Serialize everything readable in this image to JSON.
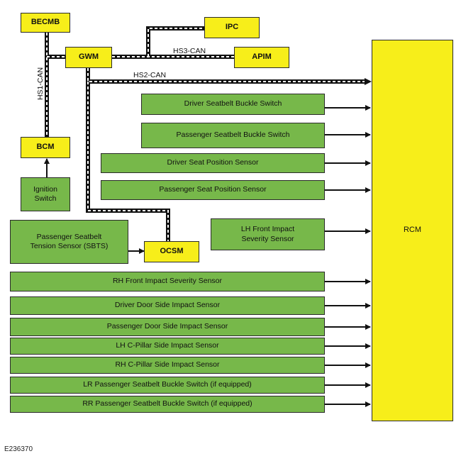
{
  "modules": {
    "becmb": "BECMB",
    "gwm": "GWM",
    "ipc": "IPC",
    "apim": "APIM",
    "bcm": "BCM",
    "ignition": "Ignition\nSwitch",
    "sbts": "Passenger Seatbelt\nTension Sensor (SBTS)",
    "ocsm": "OCSM",
    "lh_front": "LH Front Impact\nSeverity Sensor",
    "rcm": "RCM"
  },
  "bus_labels": {
    "hs1": "HS1-CAN",
    "hs2": "HS2-CAN",
    "hs3": "HS3-CAN"
  },
  "sensors": [
    "Driver Seatbelt Buckle Switch",
    "Passenger Seatbelt Buckle Switch",
    "Driver Seat Position Sensor",
    "Passenger Seat Position Sensor",
    "RH Front Impact Severity Sensor",
    "Driver Door Side Impact Sensor",
    "Passenger Door Side Impact Sensor",
    "LH C-Pillar Side Impact Sensor",
    "RH C-Pillar Side Impact Sensor",
    "LR Passenger Seatbelt Buckle Switch (if equipped)",
    "RR Passenger Seatbelt Buckle Switch (if equipped)"
  ],
  "figure_code": "E236370",
  "colors": {
    "module_fill": "#f7ee1a",
    "sensor_fill": "#77b84a",
    "wire": "#111111"
  }
}
